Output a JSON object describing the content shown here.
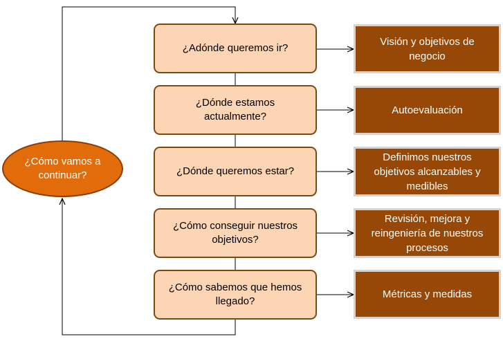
{
  "loop": {
    "label": "¿Cómo vamos a continuar?"
  },
  "steps": [
    {
      "question": "¿Adónde queremos ir?",
      "answer": "Visión y objetivos de negocio"
    },
    {
      "question": "¿Dónde estamos actualmente?",
      "answer": "Autoevaluación"
    },
    {
      "question": "¿Dónde queremos estar?",
      "answer": "Definimos nuestros objetivos alcanzables y medibles"
    },
    {
      "question": "¿Cómo conseguir nuestros objetivos?",
      "answer": "Revisión, mejora y reingeniería de nuestros procesos"
    },
    {
      "question": "¿Cómo sabemos que hemos llegado?",
      "answer": "Métricas y medidas"
    }
  ],
  "colors": {
    "question_fill": "#fcd5b4",
    "question_border": "#7a4a12",
    "answer_fill": "#974806",
    "oval_fill": "#e36c0a",
    "connector": "#000000"
  }
}
